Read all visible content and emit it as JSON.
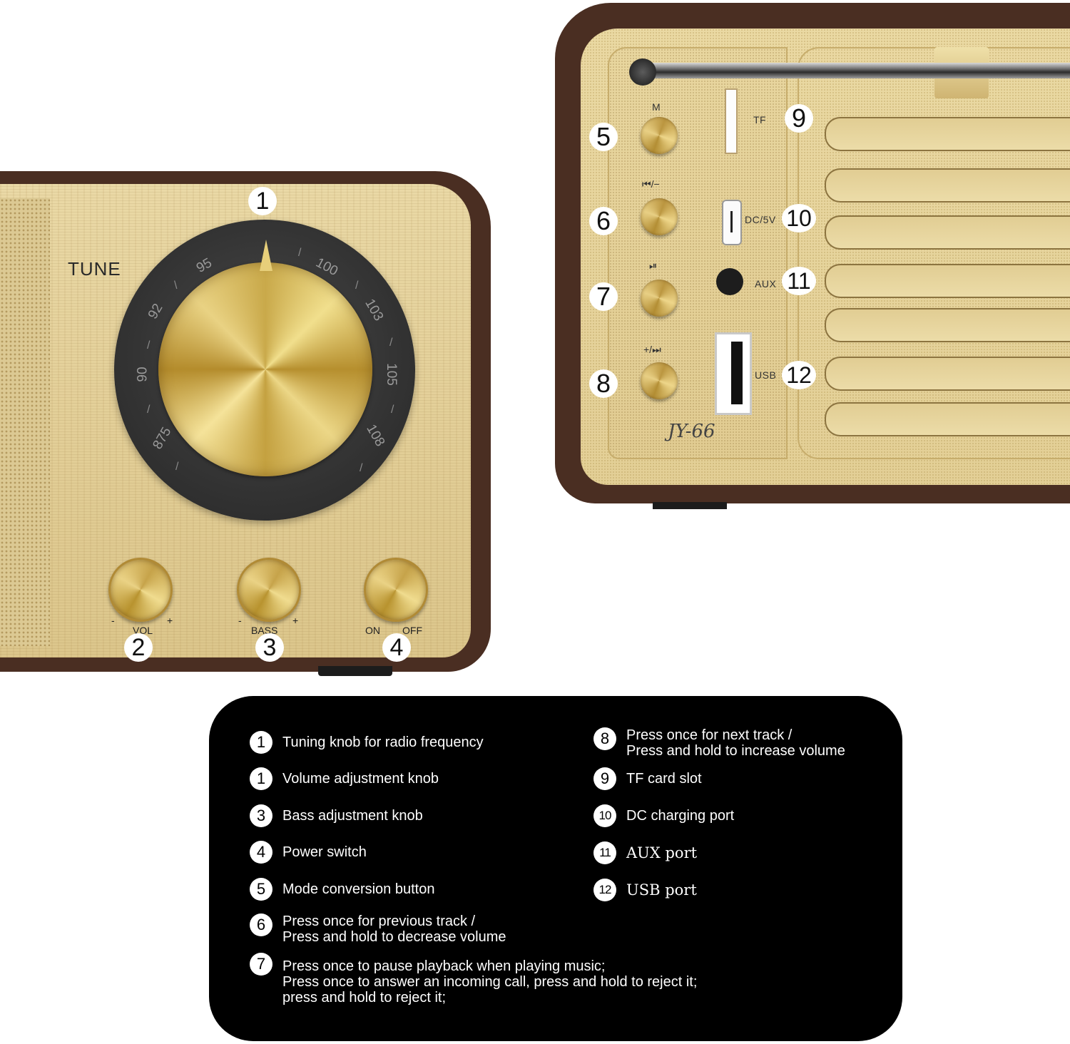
{
  "front": {
    "tune_label": "TUNE",
    "frequencies": [
      "875",
      "90",
      "92",
      "95",
      "100",
      "103",
      "105",
      "108"
    ],
    "knobs": [
      {
        "label": "VOL",
        "minus": "-",
        "plus": "+"
      },
      {
        "label": "BASS",
        "minus": "-",
        "plus": "+"
      },
      {
        "label": "ON",
        "off": "OFF"
      }
    ],
    "callouts": [
      "1",
      "2",
      "3",
      "4"
    ]
  },
  "back": {
    "buttons": [
      {
        "label": "M",
        "callout": "5"
      },
      {
        "label": "⏮/−",
        "callout": "6"
      },
      {
        "label": "⏯",
        "callout": "7"
      },
      {
        "label": "+/⏭",
        "callout": "8"
      }
    ],
    "ports": [
      {
        "label": "TF",
        "callout": "9"
      },
      {
        "label": "DC/5V",
        "callout": "10"
      },
      {
        "label": "AUX",
        "callout": "11"
      },
      {
        "label": "USB",
        "callout": "12"
      }
    ],
    "model": "JY-66"
  },
  "legend": {
    "left": [
      {
        "num": "1",
        "lines": [
          "Tuning knob for radio frequency"
        ]
      },
      {
        "num": "1",
        "lines": [
          "Volume adjustment knob"
        ]
      },
      {
        "num": "3",
        "lines": [
          "Bass adjustment knob"
        ]
      },
      {
        "num": "4",
        "lines": [
          "Power switch"
        ]
      },
      {
        "num": "5",
        "lines": [
          "Mode conversion button"
        ]
      },
      {
        "num": "6",
        "lines": [
          "Press once for previous track /",
          "Press and hold to decrease volume"
        ]
      },
      {
        "num": "7",
        "lines": [
          "Press once to pause playback when playing music;",
          "Press once to answer an incoming call, press and hold to reject it;",
          "press and hold to reject it;"
        ]
      }
    ],
    "right": [
      {
        "num": "8",
        "lines": [
          "Press once for next track /",
          "Press and hold to increase volume"
        ]
      },
      {
        "num": "9",
        "lines": [
          "TF card slot"
        ]
      },
      {
        "num": "10",
        "lines": [
          "DC charging port"
        ]
      },
      {
        "num": "11",
        "lines": [
          "AUX port"
        ]
      },
      {
        "num": "12",
        "lines": [
          "USB port"
        ]
      }
    ]
  }
}
